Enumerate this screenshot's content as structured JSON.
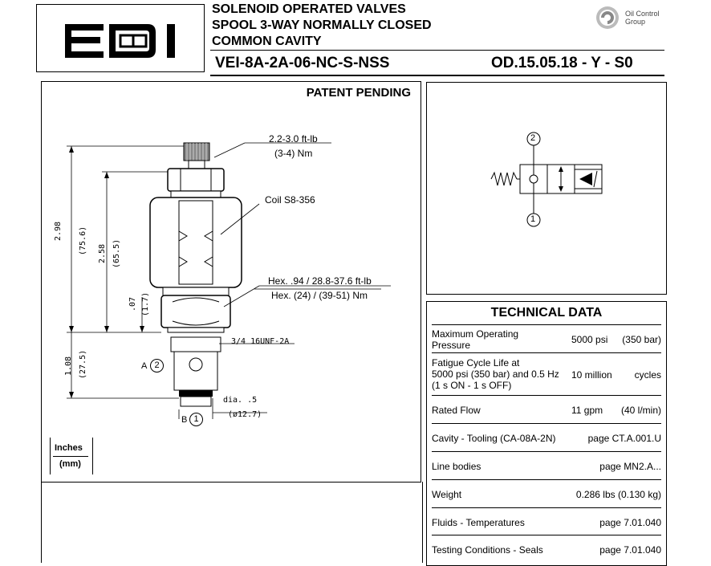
{
  "header": {
    "title_lines": [
      "SOLENOID OPERATED VALVES",
      "SPOOL 3-WAY NORMALLY CLOSED",
      "COMMON CAVITY"
    ],
    "model": "VEI-8A-2A-06-NC-S-NSS",
    "code": "OD.15.05.18 - Y - S0",
    "brand_logo": "EDI",
    "group_line1": "Oil Control",
    "group_line2": "Group"
  },
  "drawing": {
    "patent": "PATENT PENDING",
    "torque_top_1": "2.2-3.0 ft-lb",
    "torque_top_2": "(3-4) Nm",
    "coil": "Coil S8-356",
    "hex_1": "Hex. .94 / 28.8-37.6 ft-lb",
    "hex_2": "Hex. (24) / (39-51) Nm",
    "thread": "3/4 16UNF-2A",
    "dim_298": "2.98",
    "dim_756": "(75.6)",
    "dim_258": "2.58",
    "dim_655": "(65.5)",
    "dim_07": ".07",
    "dim_17": "(1.7)",
    "dim_108": "1.08",
    "dim_275": "(27.5)",
    "dia_1": "dia. .5",
    "dia_2": "(ø12.7)",
    "port_a": "A",
    "port_a_num": "2",
    "port_b": "B",
    "port_b_num": "1",
    "unit_1": "Inches",
    "unit_2": "(mm)"
  },
  "symbol": {
    "port_top": "2",
    "port_bottom": "1"
  },
  "tech": {
    "title": "TECHNICAL DATA",
    "rows": [
      {
        "label": [
          "Maximum Operating",
          "Pressure"
        ],
        "v1": "5000 psi",
        "v2": "(350 bar)"
      },
      {
        "label": [
          "Fatigue Cycle Life at",
          "5000 psi (350 bar) and 0.5 Hz",
          "(1 s ON - 1 s OFF)"
        ],
        "v1": "10 million",
        "v2": "cycles"
      },
      {
        "label": [
          "Rated Flow"
        ],
        "v1": "11 gpm",
        "v2": "(40 l/min)"
      },
      {
        "label": [
          "Cavity - Tooling (CA-08A-2N)"
        ],
        "v1": "",
        "v2": "page CT.A.001.U"
      },
      {
        "label": [
          "Line bodies"
        ],
        "v1": "",
        "v2": "page MN2.A..."
      },
      {
        "label": [
          "Weight"
        ],
        "v1": "",
        "v2": "0.286 lbs  (0.130 kg)"
      },
      {
        "label": [
          "Fluids - Temperatures"
        ],
        "v1": "",
        "v2": "page 7.01.040"
      },
      {
        "label": [
          "Testing Conditions - Seals"
        ],
        "v1": "",
        "v2": "page 7.01.040"
      }
    ]
  },
  "colors": {
    "ink": "#000000",
    "gray": "#555555",
    "paper": "#ffffff"
  },
  "icons": [
    "edi-logo",
    "oil-control-group-logo",
    "hydraulic-symbol"
  ]
}
